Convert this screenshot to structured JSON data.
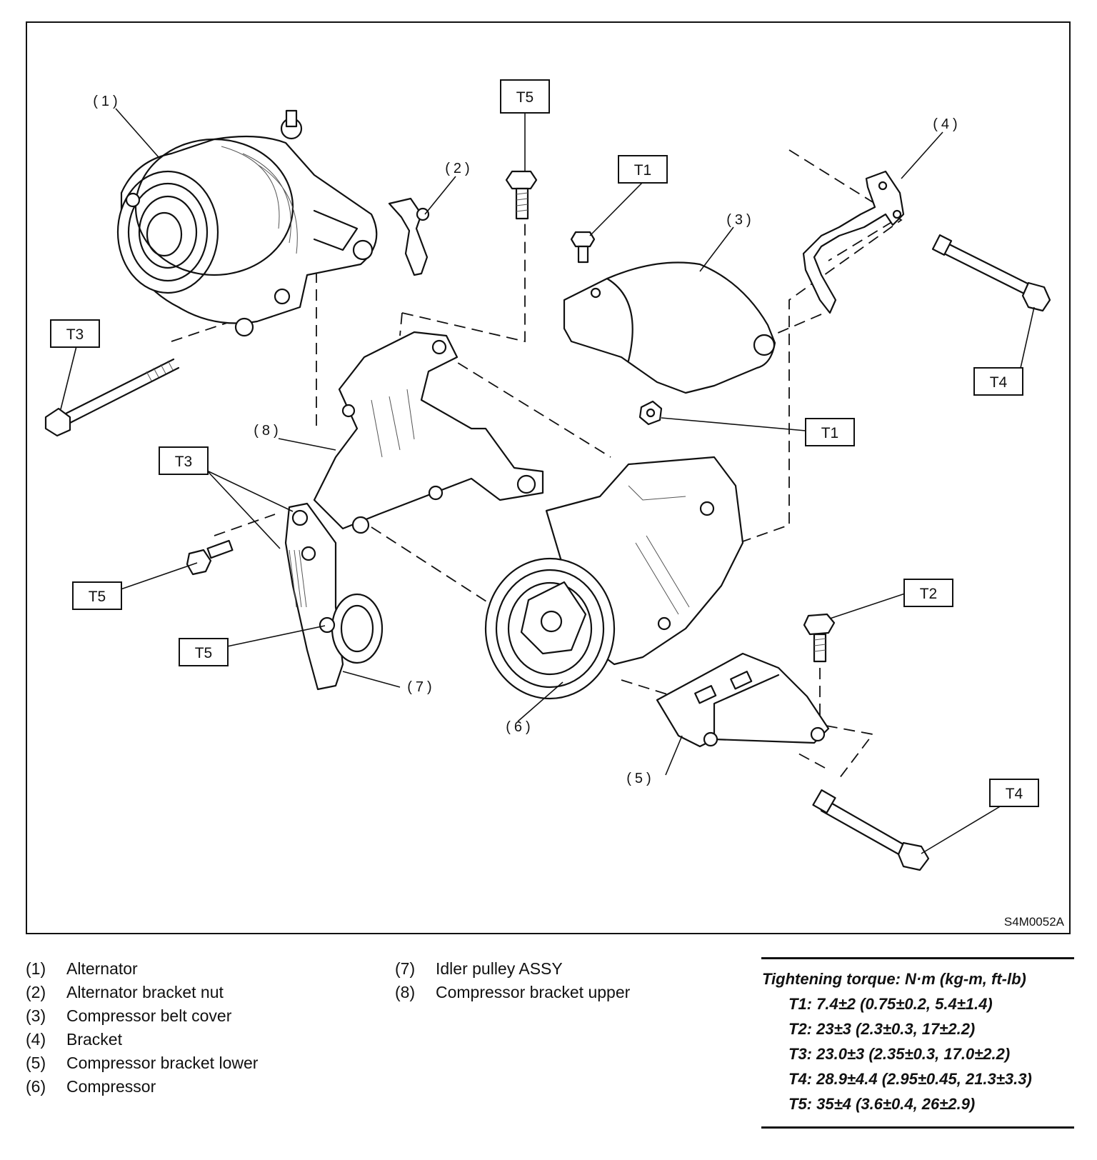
{
  "figure_id": "S4M0052A",
  "torque_boxes": [
    "T5",
    "T1",
    "T3",
    "T4",
    "T1",
    "T3",
    "T5",
    "T2",
    "T5",
    "T4"
  ],
  "callouts": [
    "(1)",
    "(2)",
    "(3)",
    "(4)",
    "(5)",
    "(6)",
    "(7)",
    "(8)"
  ],
  "legend": {
    "left": [
      {
        "num": "(1)",
        "name": "Alternator"
      },
      {
        "num": "(2)",
        "name": "Alternator bracket nut"
      },
      {
        "num": "(3)",
        "name": "Compressor belt cover"
      },
      {
        "num": "(4)",
        "name": "Bracket"
      },
      {
        "num": "(5)",
        "name": "Compressor bracket lower"
      },
      {
        "num": "(6)",
        "name": "Compressor"
      }
    ],
    "right": [
      {
        "num": "(7)",
        "name": "Idler pulley ASSY"
      },
      {
        "num": "(8)",
        "name": "Compressor bracket upper"
      }
    ]
  },
  "torque": {
    "title": "Tightening torque: N·m (kg-m, ft-lb)",
    "rows": [
      "T1: 7.4±2 (0.75±0.2, 5.4±1.4)",
      "T2: 23±3 (2.3±0.3, 17±2.2)",
      "T3: 23.0±3 (2.35±0.3, 17.0±2.2)",
      "T4: 28.9±4.4 (2.95±0.45, 21.3±3.3)",
      "T5: 35±4 (3.6±0.4, 26±2.9)"
    ]
  }
}
